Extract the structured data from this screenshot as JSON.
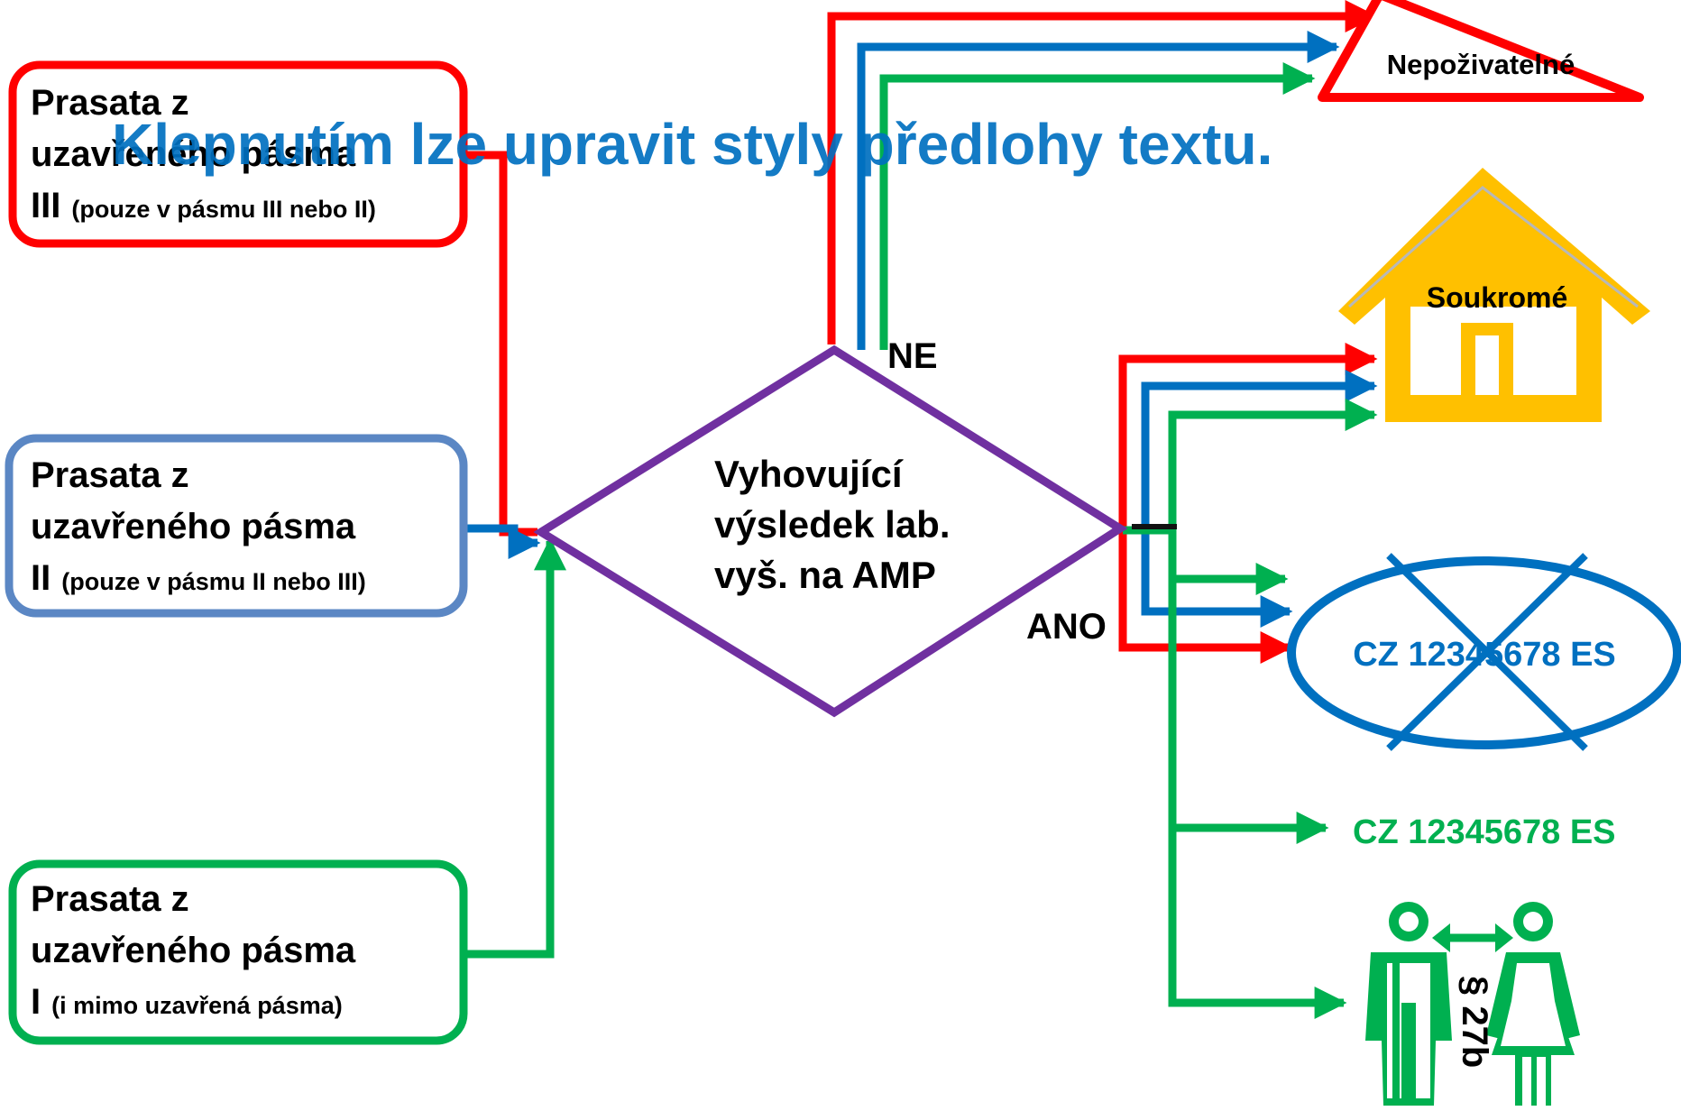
{
  "placeholder_title": "Klepnutím lze upravit styly předlohy textu.",
  "sources": [
    {
      "line1": "Prasata z",
      "line2": "uzavřeného pásma",
      "numeral": "III",
      "note": "(pouze v pásmu III nebo II)"
    },
    {
      "line1": "Prasata z",
      "line2": "uzavřeného pásma",
      "numeral": "II",
      "note": "(pouze v pásmu II nebo III)"
    },
    {
      "line1": "Prasata z",
      "line2": "uzavřeného pásma",
      "numeral": "I",
      "note": "(i mimo uzavřená pásma)"
    }
  ],
  "decision": {
    "lines": [
      "Vyhovující",
      "výsledek lab.",
      "vyš. na AMP"
    ]
  },
  "branches": {
    "no": "NE",
    "yes": "ANO"
  },
  "outcomes": {
    "inedible": "Nepoživatelné",
    "private": "Soukromé",
    "crossed_mark": "CZ 12345678 ES",
    "green_mark": "CZ 12345678 ES",
    "paragraph": "§ 27b"
  },
  "colors": {
    "zone3": "#ff0000",
    "zone2": "#0070c0",
    "zone1": "#00b050",
    "decision": "#7030a0",
    "title": "#0070c0",
    "house": "#ffc000",
    "zone2_box": "#5b87c4"
  }
}
